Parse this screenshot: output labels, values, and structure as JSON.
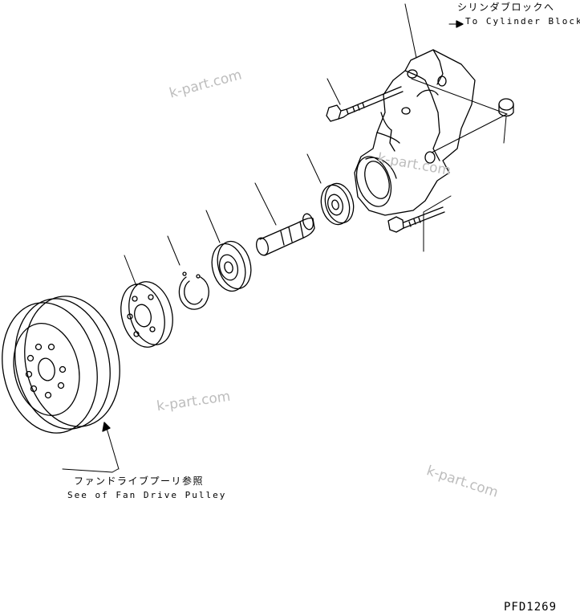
{
  "labels": {
    "cylinder_block_jp": "シリンダブロックへ",
    "cylinder_block_en": "To Cylinder Block",
    "fan_pulley_jp": "ファンドライブプーリ参照",
    "fan_pulley_en": "See of Fan Drive Pulley",
    "drawing_code": "PFD1269"
  },
  "watermarks": [
    "k-part.com",
    "k-part.com",
    "k-part.com",
    "k-part.com"
  ],
  "colors": {
    "line": "#000000",
    "watermark": "#bdbdbd",
    "background": "#ffffff"
  }
}
